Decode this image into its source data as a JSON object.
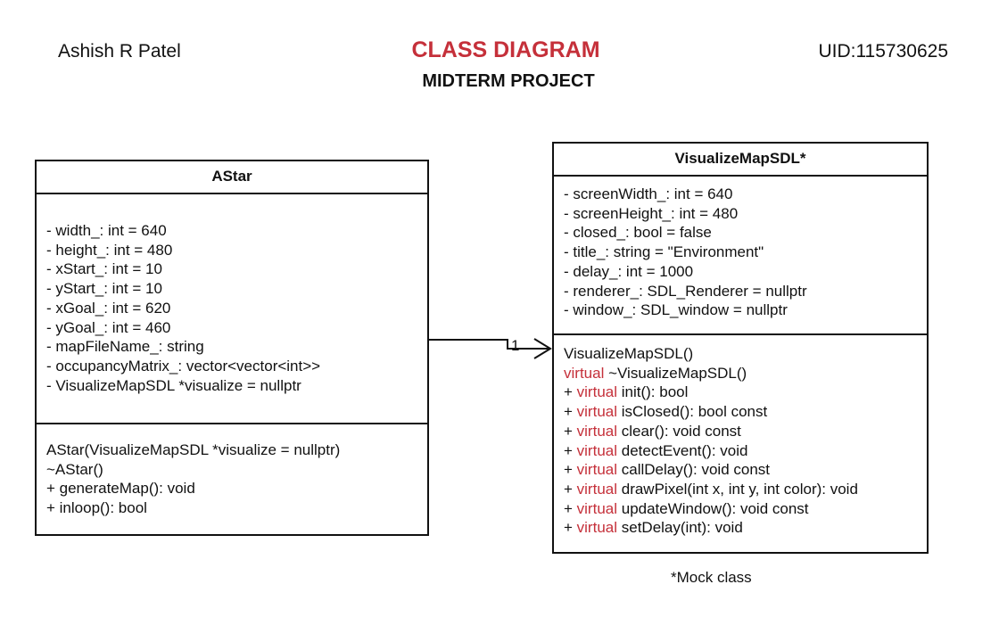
{
  "header": {
    "author": "Ashish R Patel",
    "title": "CLASS DIAGRAM",
    "subtitle": "MIDTERM PROJECT",
    "uid": "UID:115730625"
  },
  "colors": {
    "title": "#c5303a",
    "keyword": "#c5303a",
    "stroke": "#111111"
  },
  "classes": {
    "astar": {
      "name": "AStar",
      "attributes": [
        "- width_: int = 640",
        "- height_: int = 480",
        "- xStart_: int = 10",
        "- yStart_: int = 10",
        "- xGoal_: int = 620",
        "- yGoal_: int = 460",
        "- mapFileName_: string",
        "- occupancyMatrix_: vector<vector<int>>",
        "- VisualizeMapSDL *visualize = nullptr"
      ],
      "operations": [
        "AStar(VisualizeMapSDL *visualize = nullptr)",
        "~AStar()",
        "+ generateMap(): void",
        "+ inloop(): bool"
      ]
    },
    "viz": {
      "name": "VisualizeMapSDL*",
      "attributes": [
        "- screenWidth_: int = 640",
        "- screenHeight_: int = 480",
        "- closed_: bool = false",
        "- title_: string = \"Environment\"",
        "- delay_: int = 1000",
        "- renderer_: SDL_Renderer = nullptr",
        "- window_: SDL_window = nullptr"
      ],
      "operations": [
        {
          "prefix": "",
          "keyword": "",
          "text": "VisualizeMapSDL()"
        },
        {
          "prefix": "",
          "keyword": "virtual",
          "text": " ~VisualizeMapSDL()"
        },
        {
          "prefix": "+ ",
          "keyword": "virtual",
          "text": " init(): bool"
        },
        {
          "prefix": "+ ",
          "keyword": "virtual",
          "text": " isClosed(): bool const"
        },
        {
          "prefix": "+ ",
          "keyword": "virtual",
          "text": " clear(): void const"
        },
        {
          "prefix": "+ ",
          "keyword": "virtual",
          "text": " detectEvent(): void"
        },
        {
          "prefix": "+ ",
          "keyword": "virtual",
          "text": " callDelay(): void const"
        },
        {
          "prefix": "+ ",
          "keyword": "virtual",
          "text": " drawPixel(int x, int y, int color): void"
        },
        {
          "prefix": "+ ",
          "keyword": "virtual",
          "text": " updateWindow(): void const"
        },
        {
          "prefix": "+ ",
          "keyword": "virtual",
          "text": " setDelay(int): void"
        }
      ]
    }
  },
  "association": {
    "multiplicity": "1"
  },
  "footnote": "*Mock class"
}
